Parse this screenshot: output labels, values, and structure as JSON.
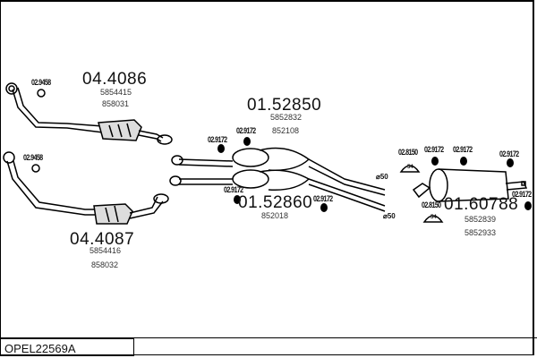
{
  "diagram_code": "OPEL22569A",
  "parts": [
    {
      "id": "front_pipe_upper",
      "part_no": "04.4086",
      "refs": [
        "5854415",
        "858031"
      ],
      "clip": "02.9458"
    },
    {
      "id": "front_pipe_lower",
      "part_no": "04.4087",
      "refs": [
        "5854416",
        "858032"
      ],
      "clip": "02.9458"
    },
    {
      "id": "middle_upper",
      "part_no": "01.52850",
      "refs": [
        "5852832",
        "852108"
      ]
    },
    {
      "id": "middle_lower",
      "part_no": "01.52860",
      "refs": [
        "852018"
      ]
    },
    {
      "id": "rear_silencer",
      "part_no": "01.60788",
      "refs": [
        "5852839",
        "5852933"
      ]
    }
  ],
  "mount_labels": {
    "rubber": "02.9172",
    "bracket": "02.8150",
    "bracket_badge": "54"
  },
  "diameter_label": "⌀50"
}
